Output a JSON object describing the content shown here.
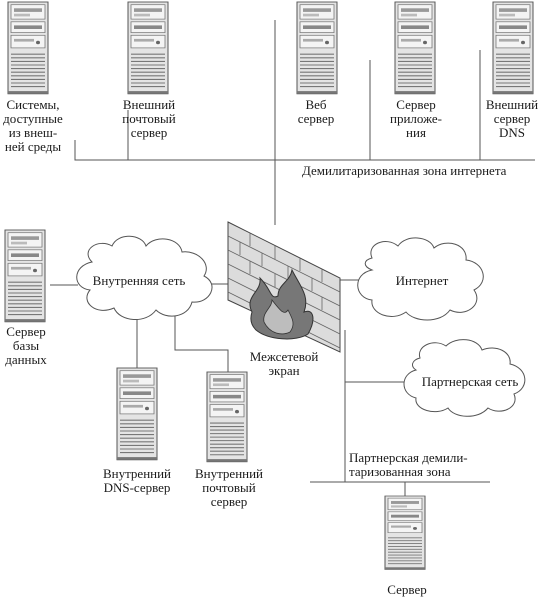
{
  "servers": {
    "external_systems": "Системы,\nдоступные\nиз внеш-\nней среды",
    "external_mail": "Внешний\nпочтовый\nсервер",
    "web": "Веб\nсервер",
    "app": "Сервер\nприложе-\nния",
    "external_dns": "Внешний\nсервер\nDNS",
    "database": "Сервер\nбазы\nданных",
    "internal_dns": "Внутренний\nDNS-сервер",
    "internal_mail": "Внутренний\nпочтовый\nсервер",
    "partner_server": "Сервер"
  },
  "zones": {
    "dmz_internet": "Демилитаризованная зона интернета",
    "partner_dmz": "Партнерская демили-\nтаризованная зона"
  },
  "clouds": {
    "internal": "Внутренняя сеть",
    "internet": "Интернет",
    "partner": "Партнерская сеть"
  },
  "firewall": "Межсетевой\nэкран",
  "colors": {
    "line": "#555555",
    "server_fill": "#e6e6e6",
    "server_dark": "#8a8a8a",
    "brick": "#d4d4d4",
    "flame": "#6f6f6f"
  }
}
